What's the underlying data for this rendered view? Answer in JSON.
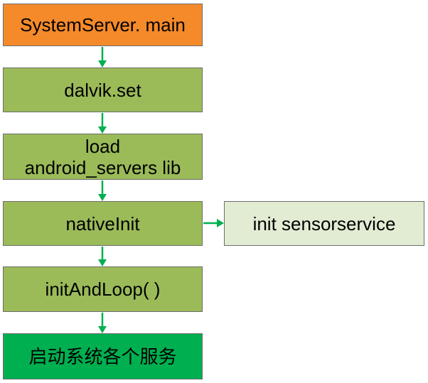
{
  "colors": {
    "start": "#f58a2a",
    "step": "#9bbb59",
    "side": "#e2ecd3",
    "final": "#00b050",
    "arrow": "#00b050",
    "border": "#6d6d6d"
  },
  "nodes": {
    "system_server_main": "SystemServer. main",
    "dalvik_set": "dalvik.set",
    "load_line1": "load",
    "load_line2": "android_servers lib",
    "native_init": "nativeInit",
    "init_sensorservice": "init sensorservice",
    "init_and_loop": "initAndLoop( )",
    "start_services": "启动系统各个服务"
  }
}
